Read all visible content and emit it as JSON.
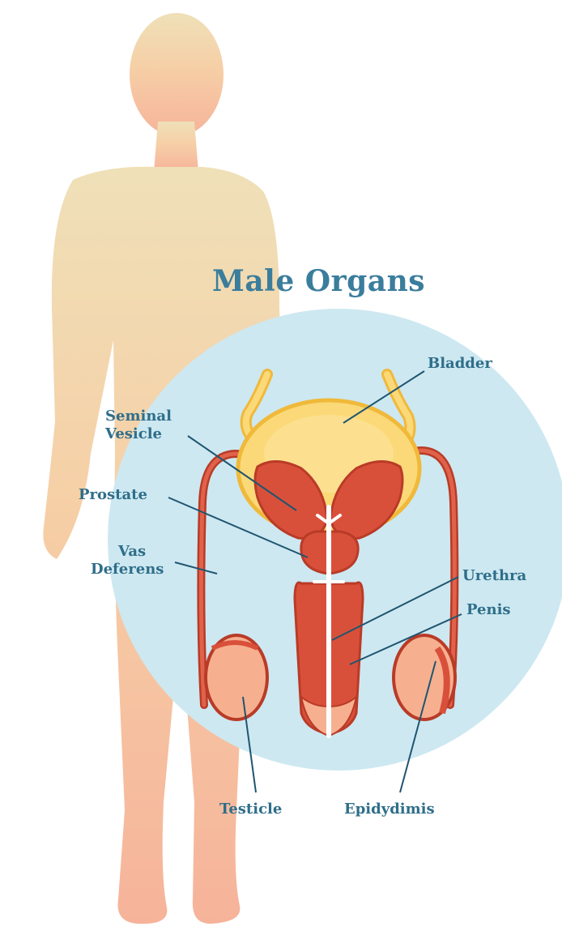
{
  "title": "Male Organs",
  "labels": {
    "bladder": "Bladder",
    "seminal_vesicle": [
      "Seminal",
      "Vesicle"
    ],
    "prostate": "Prostate",
    "vas_deferens": [
      "Vas",
      "Deferens"
    ],
    "urethra": "Urethra",
    "penis": "Penis",
    "testicle": "Testicle",
    "epididymis": "Epidydimis"
  },
  "colors": {
    "title": "#3a7d9c",
    "label": "#2f6e8a",
    "leader_line": "#1f5570",
    "circle": "#cde8f1",
    "silhouette": "#f3c29e",
    "organ": "#d9503a",
    "organ_dark": "#b93b27",
    "bladder": "#fbd978",
    "bladder_outline": "#f0b93a",
    "testicle": "#f6b08f"
  }
}
